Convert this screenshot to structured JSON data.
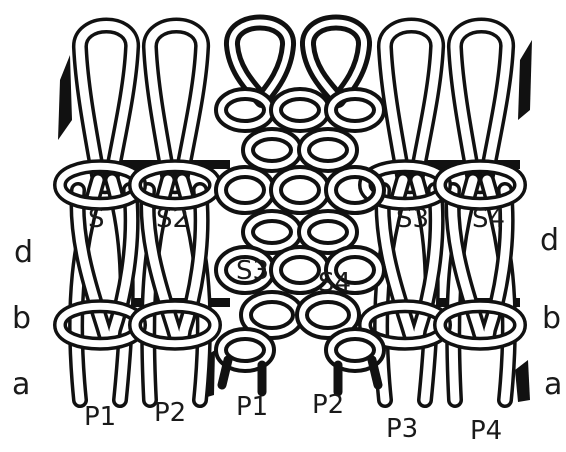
{
  "figure": {
    "stitch_labels": [
      "S",
      "S2",
      "S3",
      "S4",
      "S3",
      "S4"
    ],
    "needle_labels": [
      "P1",
      "P2",
      "P1",
      "P2",
      "P3",
      "P4"
    ],
    "row_labels": {
      "d_left": "d",
      "b_left": "b",
      "a_left": "a",
      "d_right": "d",
      "b_right": "b",
      "a_right": "a"
    },
    "colors": {
      "ink": "#111111",
      "yarn_face": "#ffffff",
      "background": "#ffffff"
    }
  }
}
